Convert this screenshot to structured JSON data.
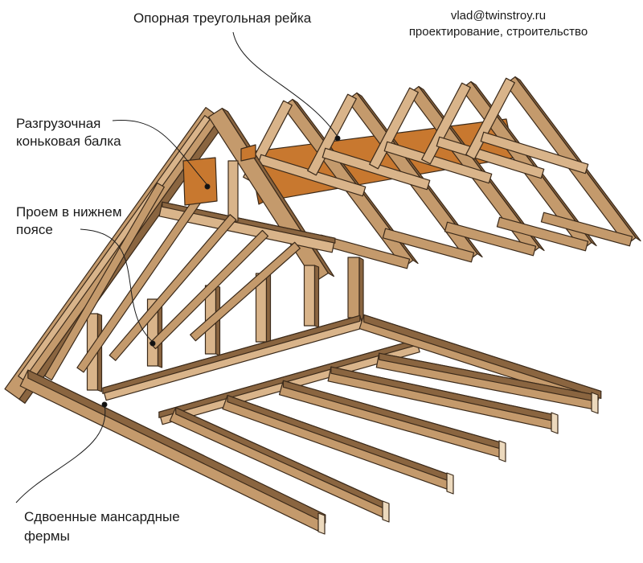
{
  "contact": {
    "email": "vlad@twinstroy.ru",
    "services": "проектирование, строительство"
  },
  "labels": {
    "support_lath": "Опорная треугольная рейка",
    "ridge_beam_line1": "Разгрузочная",
    "ridge_beam_line2": "коньковая балка",
    "opening_line1": "Проем в нижнем",
    "opening_line2": "поясе",
    "trusses_line1": "Сдвоенные мансардные",
    "trusses_line2": "фермы"
  },
  "colors": {
    "wood": "#c49a6c",
    "wood_light": "#d9b48a",
    "wood_dark": "#8a6540",
    "wood_end": "#ecd9bd",
    "beam_orange": "#c8782f",
    "outline": "#3b2a1a",
    "leader": "#1a1a1a"
  }
}
